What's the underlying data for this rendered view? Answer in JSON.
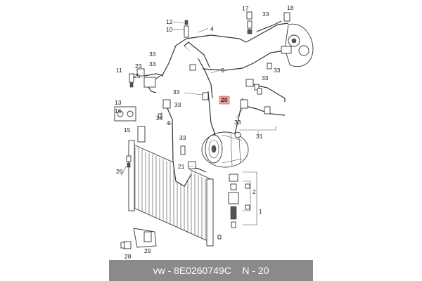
{
  "diagram": {
    "callouts": {
      "c1": "1",
      "c2": "2",
      "c4": "4",
      "c5": "5",
      "c6": "6",
      "c10": "10",
      "c11": "11",
      "c12": "12",
      "c13": "13",
      "c15": "15",
      "c16": "16",
      "c17": "17",
      "c18": "18",
      "c20": "20",
      "c21": "21",
      "c23": "23",
      "c24": "24",
      "c25": "25",
      "c26": "26",
      "c28": "28",
      "c29": "29",
      "c31": "31",
      "c33a": "33",
      "c33b": "33",
      "c33c": "33",
      "c33d": "33",
      "c33e": "33",
      "c33f": "33",
      "c33g": "33",
      "c33h": "33",
      "c33i": "33"
    },
    "highlight_color": "#f2a0a0"
  },
  "footer": {
    "brand": "vw",
    "separator": " - ",
    "part_number": "8E0260749C",
    "position_label": "N - 20"
  }
}
